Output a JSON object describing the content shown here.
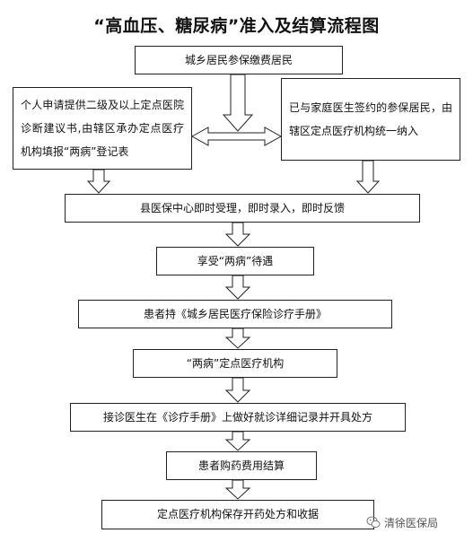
{
  "title": "“高血压、糖尿病”准入及结算流程图",
  "boxes": {
    "residents": "城乡居民参保缴费居民",
    "left_apply": "个人申请提供二级及以上定点医院诊断建议书,由辖区承办定点医疗机构填报“两病”登记表",
    "right_signed": "已与家庭医生签约的参保居民，由辖区定点医疗机构统一纳入",
    "county_center": "县医保中心即时受理，即时录入，即时反馈",
    "enjoy": "享受“两病”待遇",
    "handbook": "患者持《城乡居民医疗保险诊疗手册》",
    "designated": "“两病”定点医疗机构",
    "doctor": "接诊医生在《诊疗手册》上做好就诊详细记录并开具处方",
    "settlement": "患者购药费用结算",
    "archive": "定点医疗机构保存开药处方和收据"
  },
  "watermark": {
    "text": "清徐医保局",
    "icon": "wechat-icon"
  }
}
